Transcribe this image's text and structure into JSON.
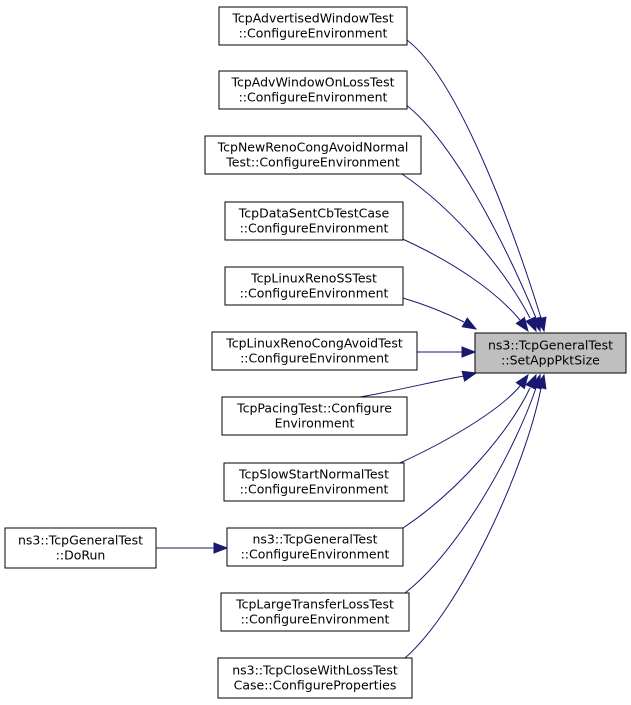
{
  "nodes": [
    {
      "id": "target",
      "lines": [
        "ns3::TcpGeneralTest",
        "::SetAppPktSize"
      ]
    },
    {
      "id": "n1",
      "lines": [
        "TcpAdvertisedWindowTest",
        "::ConfigureEnvironment"
      ]
    },
    {
      "id": "n2",
      "lines": [
        "TcpAdvWindowOnLossTest",
        "::ConfigureEnvironment"
      ]
    },
    {
      "id": "n3",
      "lines": [
        "TcpNewRenoCongAvoidNormal",
        "Test::ConfigureEnvironment"
      ]
    },
    {
      "id": "n4",
      "lines": [
        "TcpDataSentCbTestCase",
        "::ConfigureEnvironment"
      ]
    },
    {
      "id": "n5",
      "lines": [
        "TcpLinuxRenoSSTest",
        "::ConfigureEnvironment"
      ]
    },
    {
      "id": "n6",
      "lines": [
        "TcpLinuxRenoCongAvoidTest",
        "::ConfigureEnvironment"
      ]
    },
    {
      "id": "n7",
      "lines": [
        "TcpPacingTest::Configure",
        "Environment"
      ]
    },
    {
      "id": "n8",
      "lines": [
        "TcpSlowStartNormalTest",
        "::ConfigureEnvironment"
      ]
    },
    {
      "id": "n9",
      "lines": [
        "ns3::TcpGeneralTest",
        "::ConfigureEnvironment"
      ]
    },
    {
      "id": "n10",
      "lines": [
        "TcpLargeTransferLossTest",
        "::ConfigureEnvironment"
      ]
    },
    {
      "id": "n11",
      "lines": [
        "ns3::TcpCloseWithLossTest",
        "Case::ConfigureProperties"
      ]
    },
    {
      "id": "dorun",
      "lines": [
        "ns3::TcpGeneralTest",
        "::DoRun"
      ]
    }
  ],
  "edges": [
    {
      "from": "n1",
      "to": "target"
    },
    {
      "from": "n2",
      "to": "target"
    },
    {
      "from": "n3",
      "to": "target"
    },
    {
      "from": "n4",
      "to": "target"
    },
    {
      "from": "n5",
      "to": "target"
    },
    {
      "from": "n6",
      "to": "target"
    },
    {
      "from": "n7",
      "to": "target"
    },
    {
      "from": "n8",
      "to": "target"
    },
    {
      "from": "n9",
      "to": "target"
    },
    {
      "from": "n10",
      "to": "target"
    },
    {
      "from": "n11",
      "to": "target"
    },
    {
      "from": "dorun",
      "to": "n9"
    }
  ],
  "colors": {
    "edge": "#191970",
    "target_fill": "#bfbfbf",
    "node_fill": "#ffffff",
    "border": "#000000"
  }
}
